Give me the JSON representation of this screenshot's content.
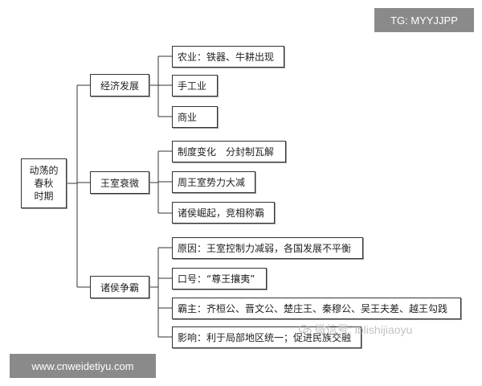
{
  "root": {
    "line1": "动荡的",
    "line2": "春秋",
    "line3": "时期"
  },
  "branches": [
    {
      "label": "经济发展",
      "items": [
        "农业：铁器、牛耕出现",
        "手工业",
        "商业"
      ]
    },
    {
      "label": "王室衰微",
      "items": [
        "制度变化　分封制瓦解",
        "周王室势力大减",
        "诸侯崛起，竞相称霸"
      ]
    },
    {
      "label": "诸侯争霸",
      "items": [
        "原因：王室控制力减弱，各国发展不平衡",
        "口号：“尊王攘夷”",
        "霸主：齐桓公、晋文公、楚庄王、秦穆公、吴王夫差、越王勾践",
        "影响：利于局部地区统一；促进民族交融"
      ]
    }
  ],
  "watermarks": {
    "top": "TG: MYYJJPP",
    "bottom": "www.cnweidetiyu.com",
    "wechat": "微信号: lblishijiaoyu"
  },
  "colors": {
    "line": "#333333",
    "watermark_bg": "#8a8a8a"
  }
}
